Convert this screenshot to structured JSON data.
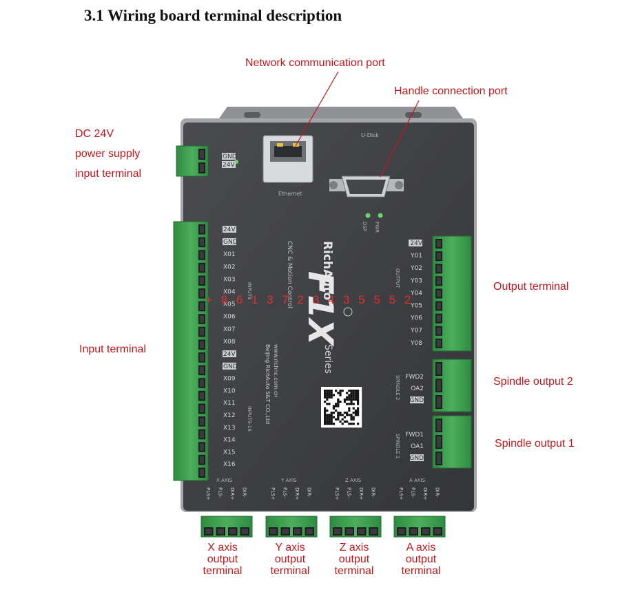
{
  "heading": "3.1  Wiring board terminal description",
  "callouts": {
    "network": "Network communication port",
    "handle": "Handle connection port",
    "dc": [
      "DC 24V",
      "power supply",
      "input terminal"
    ],
    "input": "Input terminal",
    "output": "Output terminal",
    "spindle2": "Spindle output 2",
    "spindle1": "Spindle output 1",
    "x_axis": [
      "X axis",
      "output",
      "terminal"
    ],
    "y_axis": [
      "Y axis",
      "output",
      "terminal"
    ],
    "z_axis": [
      "Z axis",
      "output",
      "terminal"
    ],
    "a_axis": [
      "A axis",
      "output",
      "terminal"
    ]
  },
  "overlay_digits": "+ 8 6 1 3 7 2 3 4 3 5 5 5 2",
  "board": {
    "ethernet_label": "Ethernet",
    "udisk_label": "U-Disk",
    "led_labels": [
      "DSP",
      "PWR"
    ],
    "power_pins": [
      "GND",
      "24V"
    ],
    "input_pins_1": [
      "24V",
      "GND",
      "X01",
      "X02",
      "X03",
      "X04",
      "X05",
      "X06",
      "X07",
      "X08"
    ],
    "input_pins_2": [
      "24V",
      "GND",
      "X09",
      "X10",
      "X11",
      "X12",
      "X13",
      "X14",
      "X15",
      "X16"
    ],
    "input_group_1": "INPUT8",
    "input_group_2": "INPUT9-16",
    "output_pins": [
      "24V",
      "Y01",
      "Y02",
      "Y03",
      "Y04",
      "Y05",
      "Y06",
      "Y07",
      "Y08"
    ],
    "output_group": "OUTPUT",
    "spindle2_pins": [
      "FWD2",
      "OA2",
      "GND"
    ],
    "spindle2_group": "SPINDLE 2",
    "spindle1_pins": [
      "FWD1",
      "OA1",
      "GND"
    ],
    "spindle1_group": "SPINDLE 1",
    "axes": [
      {
        "name": "X AXIS",
        "pins": [
          "PLS+",
          "PLS-",
          "DIR+",
          "DIR-"
        ]
      },
      {
        "name": "Y AXIS",
        "pins": [
          "PLS+",
          "PLS-",
          "DIR+",
          "DIR-"
        ]
      },
      {
        "name": "Z AXIS",
        "pins": [
          "PLS+",
          "PLS-",
          "DIR+",
          "DIR-"
        ]
      },
      {
        "name": "A AXIS",
        "pins": [
          "PLS+",
          "PLS-",
          "DIR+",
          "DIR-"
        ]
      }
    ],
    "brand": "RichAuto",
    "model": "F1X",
    "series": "Series",
    "tagline": "CNC & Motion Control",
    "website": "www.richnc.com.cn",
    "company": "Beijing RichAuto S&T CO.,Ltd"
  },
  "colors": {
    "callout": "#c4161c",
    "board": "#3f4043",
    "terminal": "#3d9a4e",
    "frame": "#9c9ea2"
  }
}
